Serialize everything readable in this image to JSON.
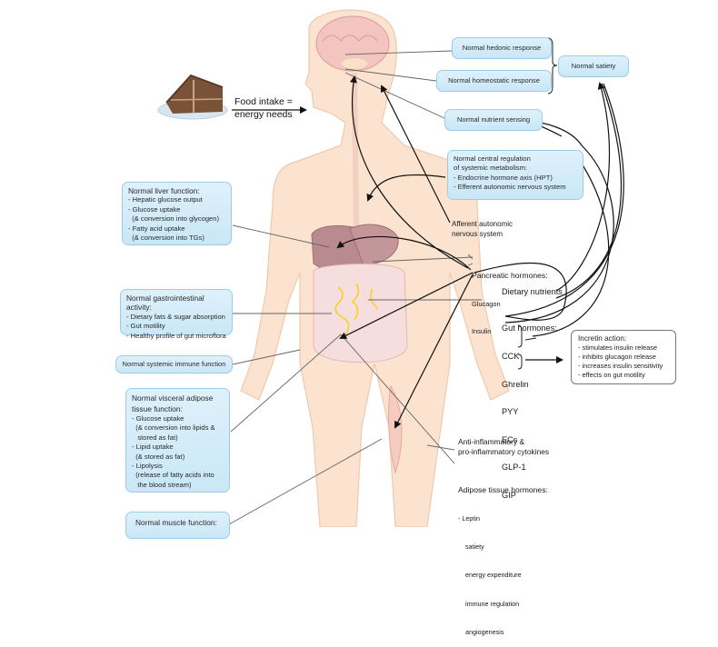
{
  "food_label": {
    "line1": "Food intake =",
    "line2": "energy needs"
  },
  "boxes": {
    "hedonic": "Normal hedonic response",
    "homeostatic": "Normal homeostatic response",
    "satiety": "Normal satiety",
    "nutrient_sensing": "Normal nutrient sensing",
    "central_regulation": {
      "title": "Normal central regulation\nof systemic metabolism:",
      "items": [
        "- Endocrine hormone axis (HPT)",
        "- Efferent autonomic nervous system"
      ]
    },
    "liver": {
      "title": "Normal liver function:",
      "items": [
        "- Hepatic glucose output",
        "- Glucose uptake",
        "  (& conversion into glycogen)",
        "- Fatty acid uptake",
        "  (& conversion into TGs)"
      ]
    },
    "gastrointestinal": {
      "title": "Normal gastrointestinal activity:",
      "items": [
        "- Dietary fats & sugar absorption",
        "- Gut motility",
        "- Healthy profile of gut microflora"
      ]
    },
    "immune": "Normal systemic immune function",
    "adipose": {
      "title": "Normal visceral adipose\ntissue function:",
      "items": [
        "- Glucose uptake",
        "  (& conversion into lipids &",
        "   stored as fat)",
        "- Lipid uptake",
        "  (& stored as fat)",
        "- Lipolysis",
        "  (release of fatty acids into",
        "   the blood stream)"
      ]
    },
    "muscle": "Normal muscle function:"
  },
  "labels": {
    "afferent": "Afferent autonomic\nnervous system",
    "pancreatic": {
      "title": "Pancreatic hormones:",
      "items": [
        "Glucagon",
        "Insulin"
      ]
    },
    "dietary": "Dietary nutrients",
    "gut": {
      "title": "Gut hormones:",
      "items": [
        "CCK",
        "Ghrelin",
        "PYY",
        "ECs",
        "GLP-1",
        "GIP"
      ]
    },
    "cytokines": "Anti-inflammatory &\npro-inflammatory cytokines",
    "adipose_hormones": {
      "title": "Adipose tissue hormones:",
      "items": [
        "- Leptin",
        "    satiety",
        "    energy expenditure",
        "    immune regulation",
        "    angiogenesis"
      ]
    }
  },
  "incretin": {
    "title": "Incretin action:",
    "items": [
      "- stimulates insulin release",
      "- inhibits glucagon release",
      "- increases insulin sensitivity",
      "- effects on gut motility"
    ]
  },
  "colors": {
    "skin": "#fbe3cf",
    "skin_edge": "#f0c9ad",
    "liver": "#b98a8f",
    "intestine": "#f7dede",
    "box_fill": "#cfe9f8",
    "box_border": "#9ccde8",
    "nerve": "#f2d31a"
  }
}
